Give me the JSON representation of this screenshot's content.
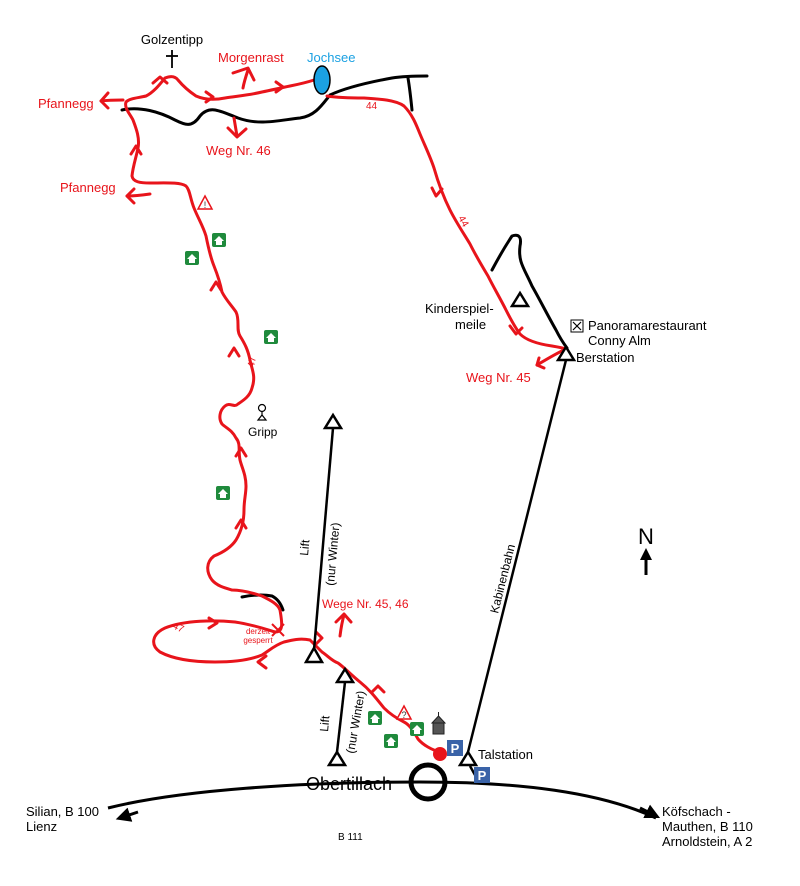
{
  "colors": {
    "route": "#e8141b",
    "ridge": "#000000",
    "lake": "#1ba1e2",
    "hut": "#1f8a3c",
    "parking": "#3a63a8",
    "start_point": "#e8141b"
  },
  "labels": {
    "golzentipp": "Golzentipp",
    "morgenrast": "Morgenrast",
    "jochsee": "Jochsee",
    "pfannegg_top": "Pfannegg",
    "pfannegg_left": "Pfannegg",
    "weg_46": "Weg Nr. 46",
    "weg_44_a": "44",
    "weg_44_b": "44",
    "kinderspielmeile_1": "Kinderspiel-",
    "kinderspielmeile_2": "meile",
    "panoramarestaurant": "Panoramarestaurant",
    "conny_alm": "Conny Alm",
    "bergstation": "Berstation",
    "weg_45": "Weg Nr. 45",
    "weg_47_a": "47",
    "weg_47_b": "47",
    "gripp": "Gripp",
    "lift_upper_1": "Lift",
    "lift_upper_2": "(nur Winter)",
    "lift_lower_1": "Lift",
    "lift_lower_2": "(nur Winter)",
    "wege_45_46": "Wege Nr. 45, 46",
    "derzeit": "derzeit",
    "gesperrt": "gesperrt",
    "kabinenbahn": "Kabinenbahn",
    "north": "N",
    "talstation": "Talstation",
    "obertillach": "Obertillach",
    "parking": "P",
    "road_left_1": "Silian, B 100",
    "road_left_2": "Lienz",
    "road_right_1": "Köfschach -",
    "road_right_2": "Mauthen, B 110",
    "road_right_3": "Arnoldstein, A 2",
    "road_b111": "B 111"
  },
  "icons": [
    "summit-cross-icon",
    "hut-icon",
    "warning-icon",
    "restaurant-icon",
    "chapel-icon",
    "parking-icon",
    "lift-station-icon",
    "north-arrow-icon",
    "start-point-icon",
    "town-ring-icon"
  ]
}
